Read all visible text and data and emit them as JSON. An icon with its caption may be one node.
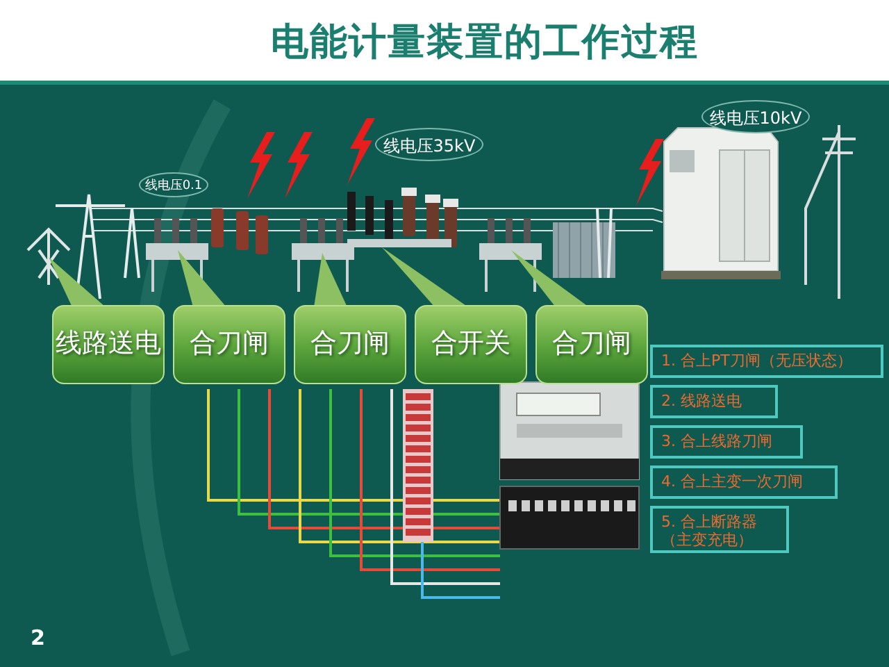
{
  "diagram": {
    "title": "电能计量装置的工作过程",
    "nodes": [
      {
        "text": [
          "线路送电"
        ]
      },
      {
        "text": [
          "合刀闸"
        ]
      },
      {
        "text": [
          "合刀闸"
        ]
      },
      {
        "text": [
          "合开关"
        ]
      },
      {
        "text": [
          "合刀闸"
        ]
      },
      {
        "text": [
          "线电压35kV"
        ]
      },
      {
        "text": [
          "线电压10kV"
        ]
      },
      {
        "text": [
          "线电压0.1"
        ]
      },
      {
        "text": [
          "1. 合上PT刀闸（无压状态）"
        ]
      },
      {
        "text": [
          "2. 线路送电"
        ]
      },
      {
        "text": [
          "3. 合上线路刀闸"
        ]
      },
      {
        "text": [
          "4. 合上主变一次刀闸"
        ]
      },
      {
        "text": [
          "5. 合上断路器（主变充电）"
        ]
      }
    ],
    "labels": [
      "2"
    ]
  }
}
